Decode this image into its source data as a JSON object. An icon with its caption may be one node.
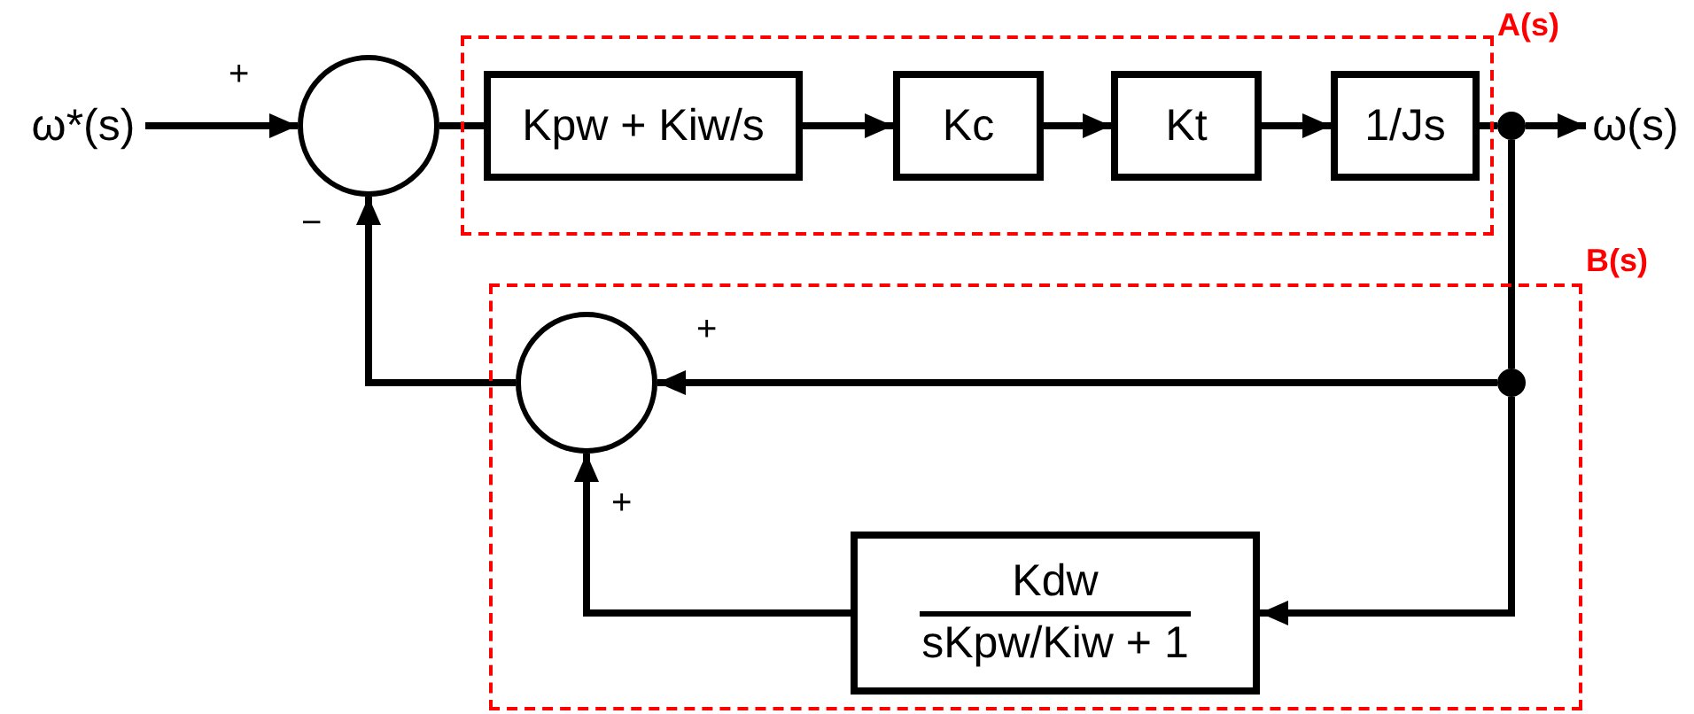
{
  "diagram": {
    "nodes": [
      {
        "text": [
          "A(s)"
        ]
      },
      {
        "text": [
          "B(s)"
        ]
      },
      {
        "text": [
          "ω*(s)"
        ]
      },
      {
        "text": [],
        "shape": "circle"
      },
      {
        "text": [
          "Kpw + Kiw/s"
        ],
        "in": 0
      },
      {
        "text": [
          "Kc"
        ],
        "in": 0
      },
      {
        "text": [
          "Kt"
        ],
        "in": 0
      },
      {
        "text": [
          "1/Js"
        ],
        "in": 0
      },
      {
        "text": [],
        "shape": "dot"
      },
      {
        "text": [
          "ω(s)"
        ]
      },
      {
        "text": [],
        "shape": "circle",
        "in": 1
      },
      {
        "text": [],
        "shape": "dot",
        "in": 1
      },
      {
        "text": [
          "Kdw",
          "sKpw/Kiw + 1"
        ],
        "in": 1
      }
    ],
    "edges": [
      {
        "from": 2,
        "to": 3,
        "arrow": "to"
      },
      {
        "from": 3,
        "to": 4,
        "arrow": "none"
      },
      {
        "from": 4,
        "to": 5,
        "arrow": "to"
      },
      {
        "from": 5,
        "to": 6,
        "arrow": "to"
      },
      {
        "from": 6,
        "to": 7,
        "arrow": "to"
      },
      {
        "from": 7,
        "to": 8,
        "arrow": "none"
      },
      {
        "from": 8,
        "to": 9,
        "arrow": "to"
      },
      {
        "from": 8,
        "to": 11,
        "arrow": "none"
      },
      {
        "from": 11,
        "to": 10,
        "arrow": "to"
      },
      {
        "from": 11,
        "to": 12,
        "arrow": "to"
      },
      {
        "from": 12,
        "to": 10,
        "arrow": "to"
      },
      {
        "from": 10,
        "to": 3,
        "arrow": "to"
      }
    ],
    "labels": [
      "+",
      "−",
      "+",
      "+"
    ]
  }
}
